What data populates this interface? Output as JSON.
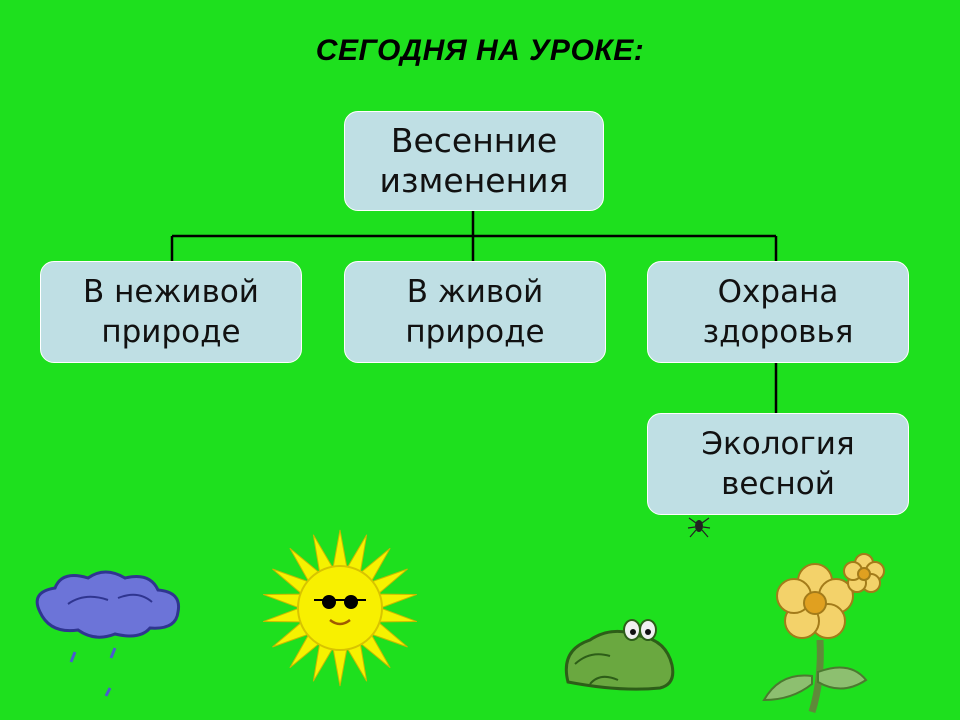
{
  "slide": {
    "title": "СЕГОДНЯ НА УРОКЕ:",
    "background_color": "#1ee01e",
    "box_color": "#bfdfe4"
  },
  "diagram": {
    "root": {
      "label": "Весенние\nизменения"
    },
    "children": [
      {
        "label": "В неживой\nприроде"
      },
      {
        "label": "В живой\nприроде"
      },
      {
        "label": "Охрана\nздоровья"
      }
    ],
    "sub_child": {
      "label": "Экология\nвесной"
    }
  },
  "clipart": [
    "cloud-rain-icon",
    "sun-sunglasses-icon",
    "spider-icon",
    "frog-icon",
    "flower-icon"
  ]
}
